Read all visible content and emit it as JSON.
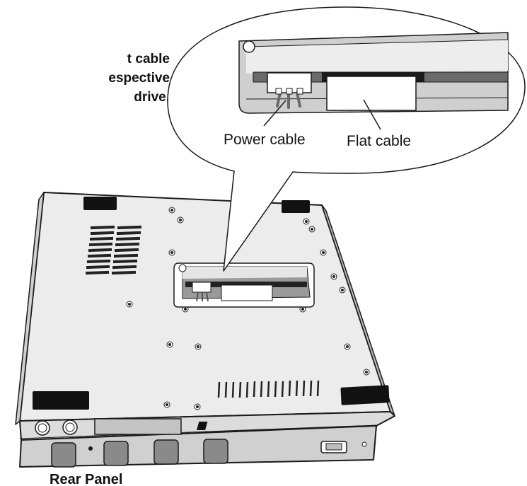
{
  "instruction_lines": [
    "t cable",
    "espective",
    " drive."
  ],
  "labels": {
    "power_cable": "Power cable",
    "flat_cable": "Flat cable",
    "rear_panel": "Rear Panel"
  },
  "colors": {
    "panel_light": "#ededed",
    "panel_mid": "#dadada",
    "panel_dark": "#bcbcbc",
    "outline": "#1a1a1a",
    "foot": "#111111"
  }
}
